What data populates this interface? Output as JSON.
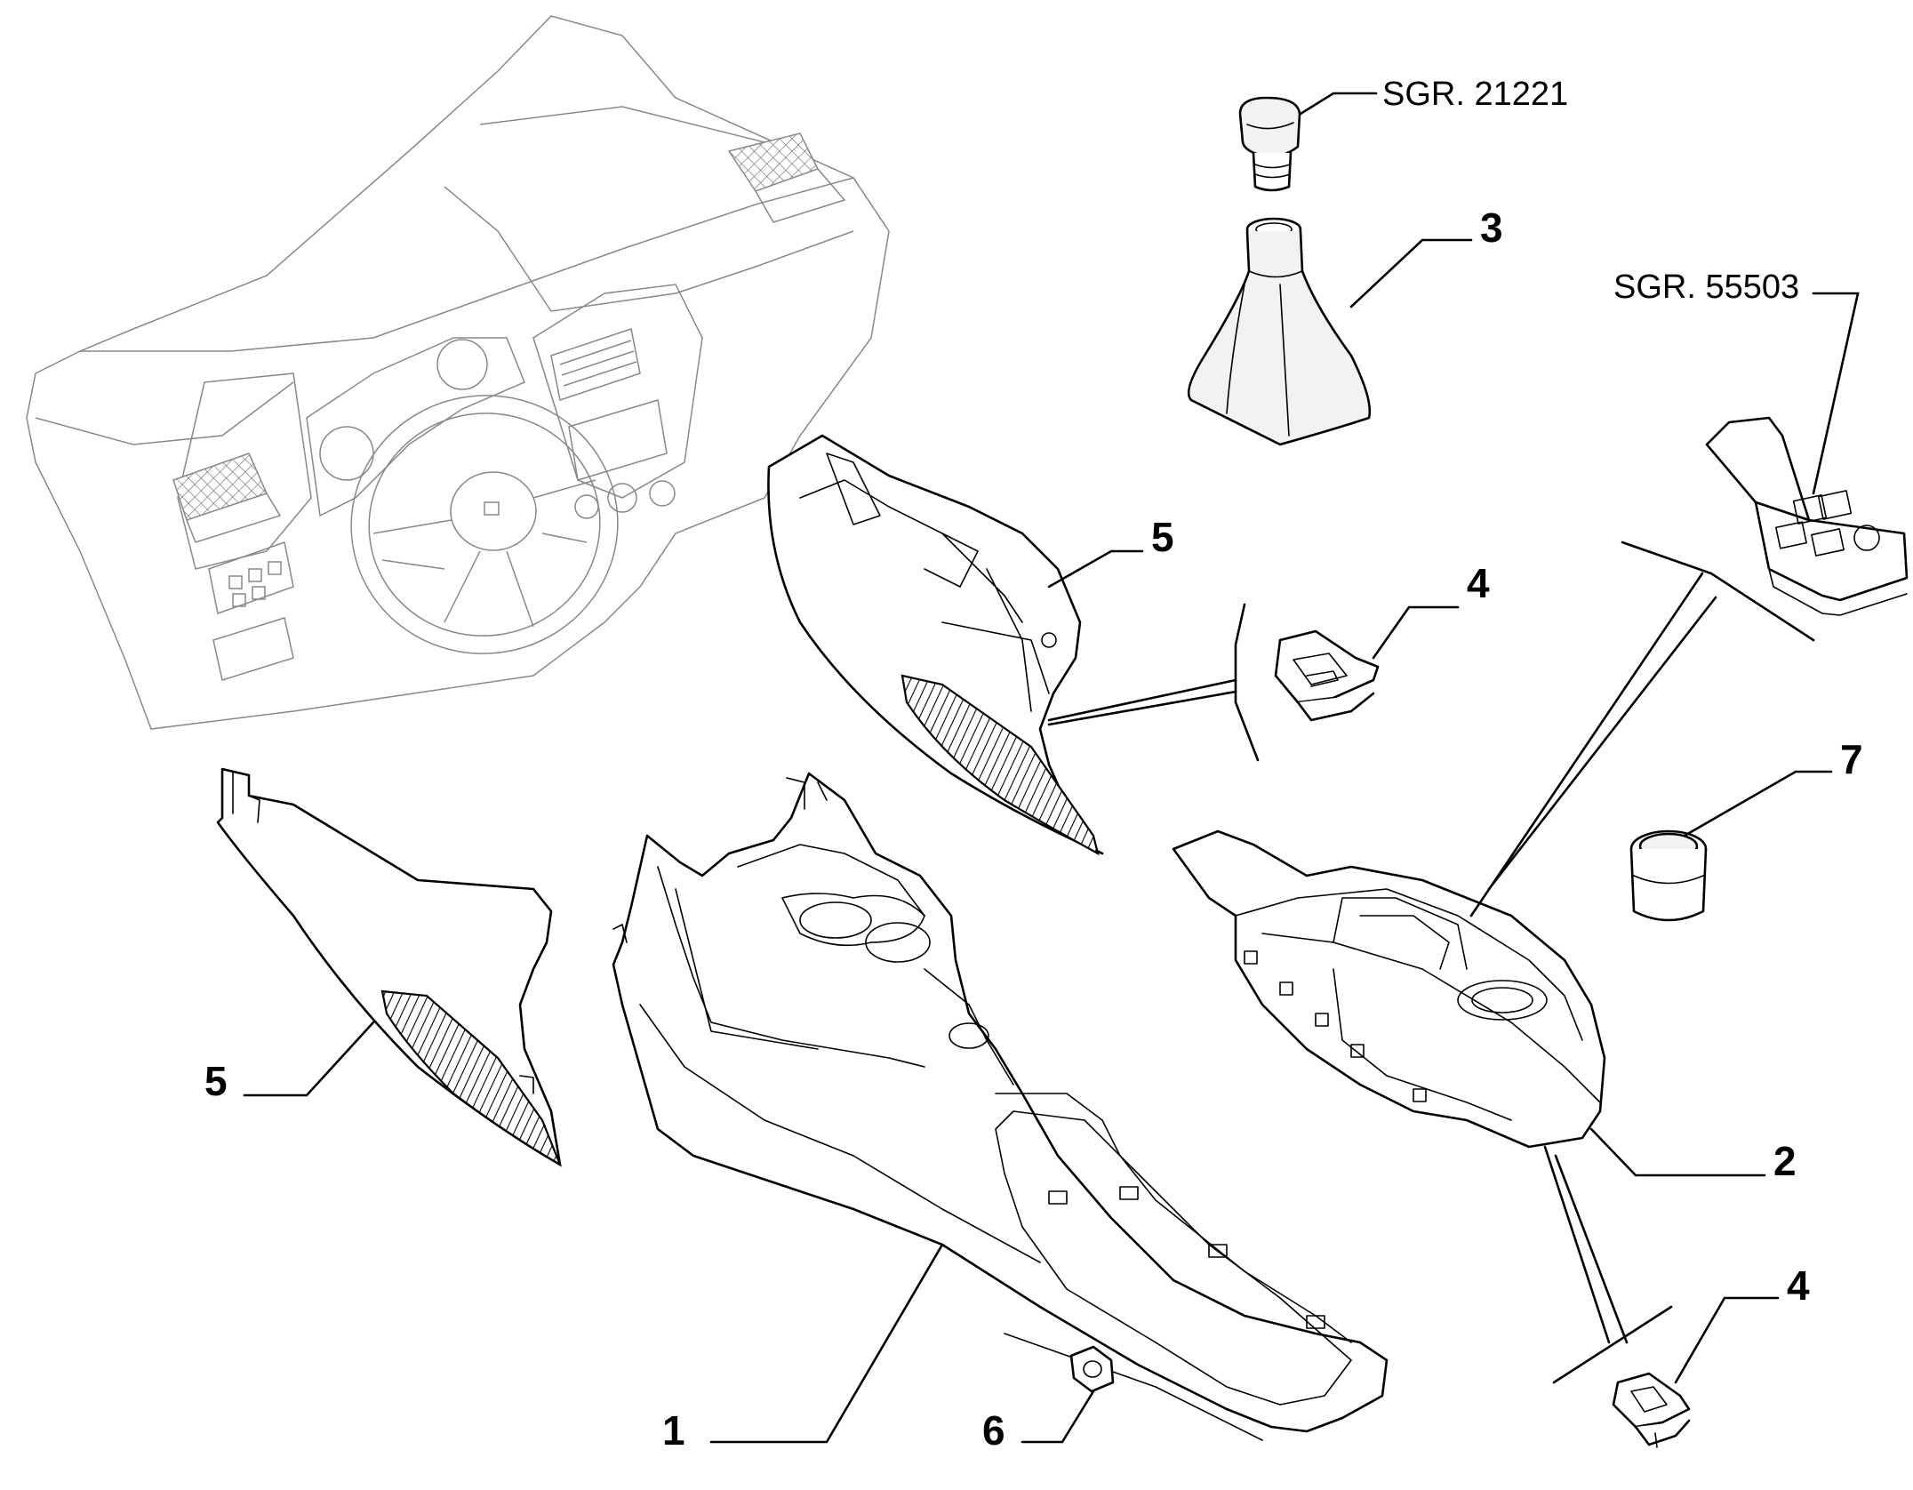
{
  "diagram": {
    "callouts": [
      {
        "id": "ref-knob",
        "text": "SGR. 21221"
      },
      {
        "id": "part-3",
        "text": "3"
      },
      {
        "id": "ref-switch",
        "text": "SGR. 55503"
      },
      {
        "id": "part-5-upper",
        "text": "5"
      },
      {
        "id": "part-4-upper",
        "text": "4"
      },
      {
        "id": "part-7",
        "text": "7"
      },
      {
        "id": "part-5-lower",
        "text": "5"
      },
      {
        "id": "part-2",
        "text": "2"
      },
      {
        "id": "part-4-lower",
        "text": "4"
      },
      {
        "id": "part-1",
        "text": "1"
      },
      {
        "id": "part-6",
        "text": "6"
      }
    ]
  }
}
